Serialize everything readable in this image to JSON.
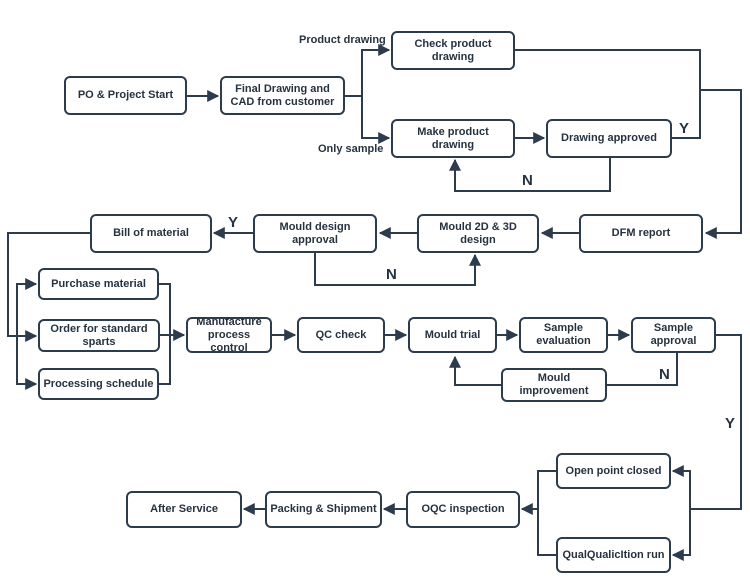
{
  "colors": {
    "stroke": "#2d3c4d",
    "text": "#26323f",
    "background": "#ffffff"
  },
  "nodes": {
    "po_start": "PO & Project Start",
    "final_drawing": "Final Drawing and CAD from customer",
    "check_drawing": "Check product drawing",
    "make_drawing": "Make product drawing",
    "drawing_approved": "Drawing approved",
    "dfm_report": "DFM report",
    "mould_2d3d": "Mould 2D & 3D design",
    "mould_design_approval": "Mould design approval",
    "bill_of_material": "Bill of material",
    "purchase_material": "Purchase material",
    "order_standard": "Order for standard sparts",
    "processing_schedule": "Processing schedule",
    "manufacture": "Manufacture process control",
    "qc_check": "QC check",
    "mould_trial": "Mould trial",
    "sample_evaluation": "Sample evaluation",
    "sample_approval": "Sample approval",
    "mould_improvement": "Mould improvement",
    "open_point_closed": "Open point closed",
    "qual_run": "QualQualicItion run",
    "oqc_inspection": "OQC inspection",
    "packing_shipment": "Packing & Shipment",
    "after_service": "After Service"
  },
  "edge_labels": {
    "product_drawing": "Product drawing",
    "only_sample": "Only sample",
    "y1": "Y",
    "n1": "N",
    "y2": "Y",
    "n2": "N",
    "n3": "N",
    "y3": "Y"
  }
}
